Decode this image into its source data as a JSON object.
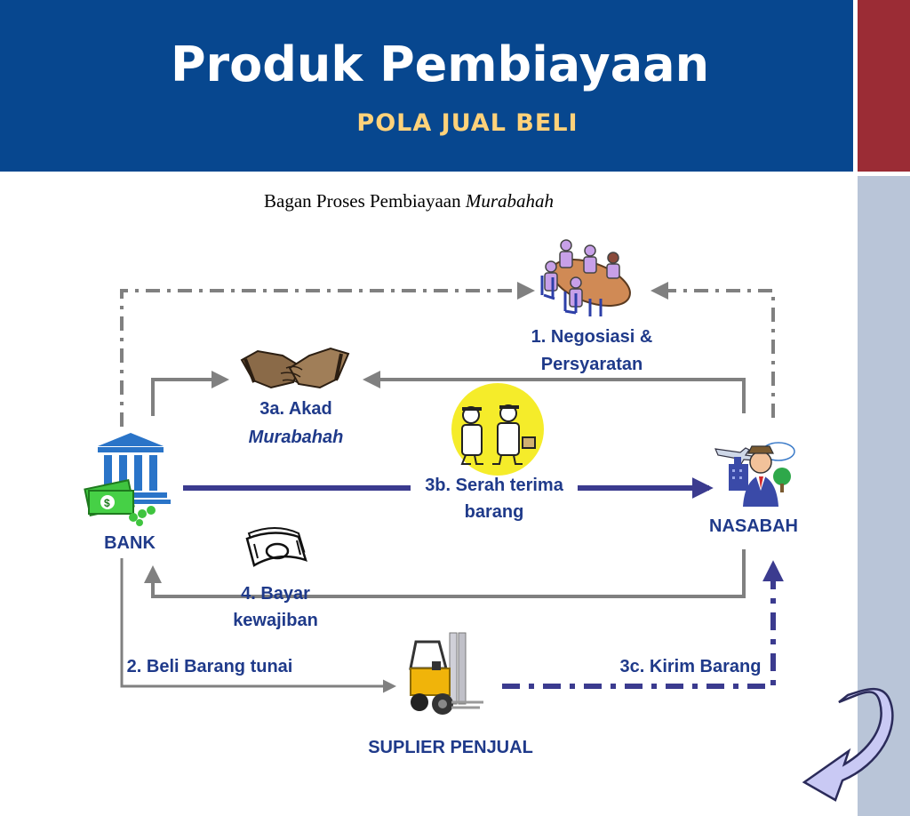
{
  "header": {
    "title": "Produk Pembiayaan",
    "subtitle": "POLA JUAL BELI"
  },
  "diagram": {
    "caption_prefix": "Bagan Proses Pembiayaan ",
    "caption_italic": "Murabahah",
    "nodes": {
      "bank": "BANK",
      "nasabah": "NASABAH",
      "supplier": "SUPLIER PENJUAL"
    },
    "steps": {
      "negosiasi_line1": "1. Negosiasi &",
      "negosiasi_line2": "Persyaratan",
      "akad_line1": "3a. Akad",
      "akad_line2": "Murabahah",
      "serah_line1": "3b. Serah terima",
      "serah_line2": "barang",
      "bayar_line1": "4. Bayar",
      "bayar_line2": "kewajiban",
      "beli": "2. Beli Barang tunai",
      "kirim": "3c. Kirim Barang"
    }
  },
  "colors": {
    "header_bg": "#07478f",
    "subtitle": "#ffd27a",
    "accent_red": "#9b2c35",
    "accent_blue": "#b9c5d8",
    "label_text": "#1f3a8a",
    "arrow_gray": "#808080",
    "arrow_navy": "#3b3b8f"
  },
  "icons": {
    "meeting": "meeting-table-icon",
    "handshake": "handshake-icon",
    "exchange": "goods-handover-icon",
    "bank": "bank-building-icon",
    "customer": "businessman-icon",
    "money": "dollar-bill-icon",
    "forklift": "forklift-icon",
    "return": "return-arrow-icon"
  }
}
